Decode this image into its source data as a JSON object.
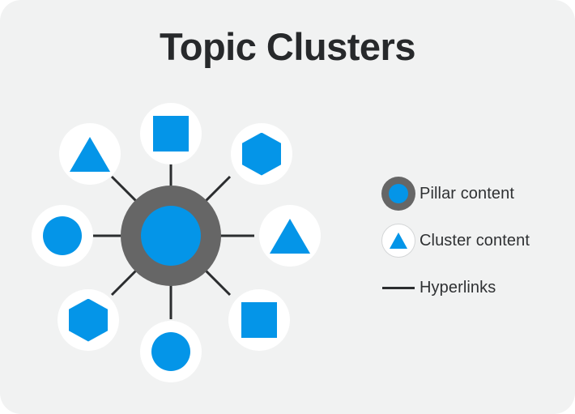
{
  "page": {
    "title": "Topic Clusters",
    "background_color": "#f1f2f2",
    "accent_color": "#0495e8",
    "hub_color": "#666666",
    "line_color": "#2b2d2f",
    "text_color": "#27292b"
  },
  "diagram": {
    "type": "hub-and-spoke",
    "hub": {
      "name": "pillar-content-hub",
      "shape": "circle",
      "ring_color": "#666666",
      "core_color": "#0495e8"
    },
    "spoke_count": 8,
    "nodes": [
      {
        "id": "node-top",
        "shape": "square",
        "angle_deg": 270,
        "glyph": "square-glyph"
      },
      {
        "id": "node-top-right",
        "shape": "hexagon",
        "angle_deg": 315,
        "glyph": "hexagon-glyph"
      },
      {
        "id": "node-right",
        "shape": "triangle",
        "angle_deg": 0,
        "glyph": "triangle-glyph"
      },
      {
        "id": "node-bottom-right",
        "shape": "square",
        "angle_deg": 45,
        "glyph": "square-glyph"
      },
      {
        "id": "node-bottom",
        "shape": "circle",
        "angle_deg": 90,
        "glyph": "circle-glyph"
      },
      {
        "id": "node-bottom-left",
        "shape": "hexagon",
        "angle_deg": 135,
        "glyph": "hexagon-glyph"
      },
      {
        "id": "node-left",
        "shape": "circle",
        "angle_deg": 180,
        "glyph": "circle-glyph"
      },
      {
        "id": "node-top-left",
        "shape": "triangle",
        "angle_deg": 225,
        "glyph": "triangle-glyph"
      }
    ]
  },
  "legend": {
    "items": [
      {
        "label": "Pillar content",
        "icon": "pillar-icon"
      },
      {
        "label": "Cluster content",
        "icon": "cluster-icon"
      },
      {
        "label": "Hyperlinks",
        "icon": "line-icon"
      }
    ]
  }
}
